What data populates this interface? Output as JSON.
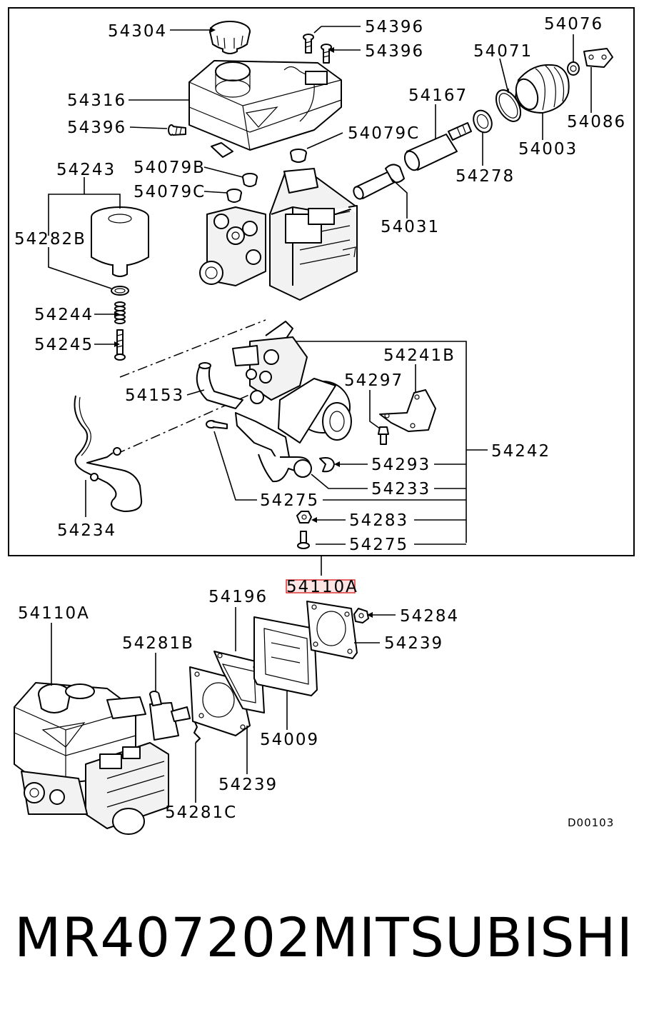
{
  "labels": {
    "l54304": "54304",
    "l54396a": "54396",
    "l54396b": "54396",
    "l54076": "54076",
    "l54071": "54071",
    "l54316": "54316",
    "l54396c": "54396",
    "l54167": "54167",
    "l54086": "54086",
    "l54079c": "54079C",
    "l54003": "54003",
    "l54243": "54243",
    "l54079b": "54079B",
    "l54278": "54278",
    "l54079c2": "54079C",
    "l54282b": "54282B",
    "l54031": "54031",
    "l54244": "54244",
    "l54245": "54245",
    "l54241b": "54241B",
    "l54297": "54297",
    "l54153": "54153",
    "l54242": "54242",
    "l54293": "54293",
    "l54233": "54233",
    "l54234": "54234",
    "l54275a": "54275",
    "l54283": "54283",
    "l54275b": "54275",
    "l54110a_hl": "54110A",
    "l54196": "54196",
    "l54110a": "54110A",
    "l54284": "54284",
    "l54281b": "54281B",
    "l54239a": "54239",
    "l54009": "54009",
    "l54239b": "54239",
    "l54281c": "54281C"
  },
  "diagram_code": "D00103",
  "footer": {
    "part_number": "MR407202",
    "brand": "MITSUBISHI"
  },
  "colors": {
    "highlight": "#d33333"
  }
}
